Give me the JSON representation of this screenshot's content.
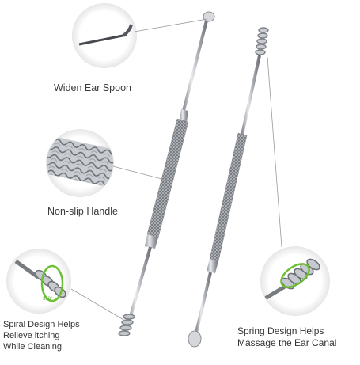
{
  "labels": {
    "widen": "Widen Ear Spoon",
    "nonslip": "Non-slip Handle",
    "spiral_l1": "Spiral Design Helps",
    "spiral_l2": "Relieve itching",
    "spiral_l3": "While Cleaning",
    "spring_l1": "Spring Design Helps",
    "spring_l2": "Massage the Ear Canal",
    "rotation": "360°"
  },
  "colors": {
    "rotation_accent": "#6cc035",
    "steel": "#b9bcc0",
    "callout_line": "#9a9a9a"
  }
}
